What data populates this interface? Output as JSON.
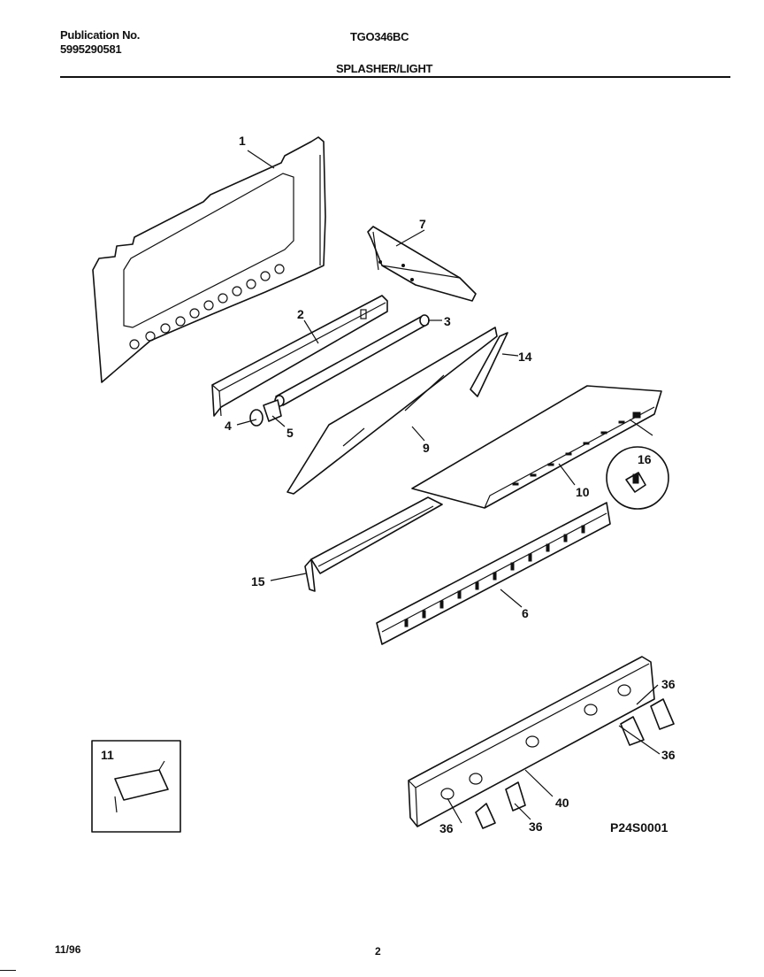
{
  "header": {
    "publication_label": "Publication No.",
    "publication_number": "5995290581",
    "model": "TGO346BC",
    "section_title": "SPLASHER/LIGHT"
  },
  "callouts": {
    "c1": "1",
    "c2": "2",
    "c3": "3",
    "c4": "4",
    "c5": "5",
    "c6": "6",
    "c7": "7",
    "c9": "9",
    "c10": "10",
    "c11": "11",
    "c14": "14",
    "c15": "15",
    "c16": "16",
    "c36a": "36",
    "c36b": "36",
    "c36c": "36",
    "c36d": "36",
    "c40": "40"
  },
  "diagram_code": "P24S0001",
  "footer": {
    "date": "11/96",
    "page": "2"
  }
}
